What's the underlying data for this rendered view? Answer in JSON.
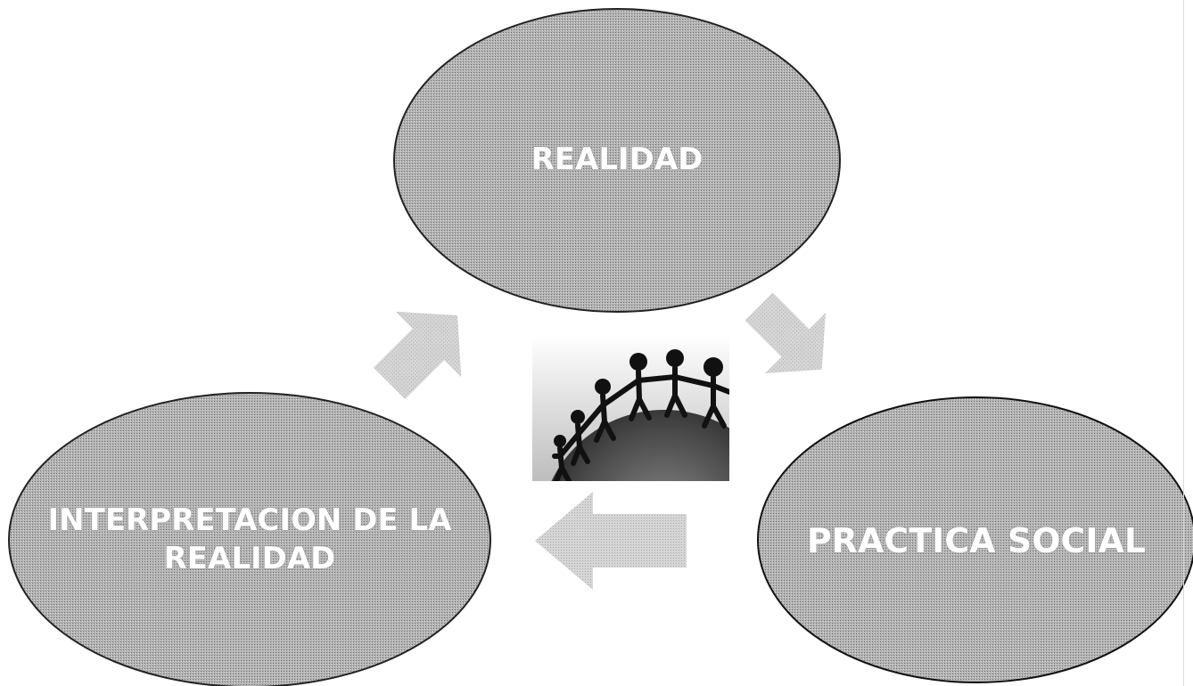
{
  "diagram": {
    "nodes": {
      "top": {
        "label": "REALIDAD"
      },
      "left": {
        "line1": "INTERPRETACION DE LA",
        "line2": "REALIDAD"
      },
      "right": {
        "label": "PRACTICA SOCIAL"
      }
    },
    "center_image": {
      "icon": "people-holding-hands-on-globe-icon"
    },
    "arrows": [
      {
        "from": "top",
        "to": "right",
        "icon": "arrow-down-right-icon"
      },
      {
        "from": "right",
        "to": "left",
        "icon": "arrow-left-icon"
      },
      {
        "from": "left",
        "to": "top",
        "icon": "arrow-up-right-icon"
      }
    ],
    "colors": {
      "ellipse_fill": "#a9a9a9",
      "ellipse_stroke": "#222222",
      "arrow_fill": "#d4d4d4",
      "label_fill": "#ffffff"
    }
  }
}
